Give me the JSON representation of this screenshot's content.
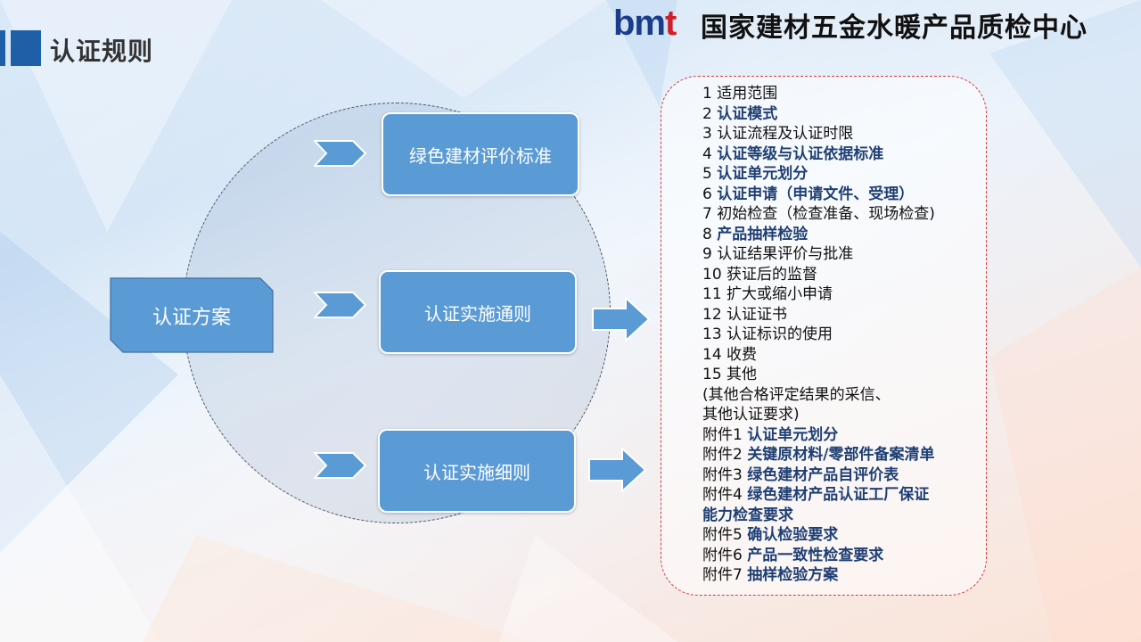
{
  "header": {
    "section_title": "认证规则",
    "logo": {
      "text_main": "bm",
      "text_accent": "t"
    },
    "org_name": "国家建材五金水暖产品质检中心"
  },
  "diagram": {
    "scheme_label": "认证方案",
    "boxes": [
      {
        "label": "绿色建材评价标准"
      },
      {
        "label": "认证实施通则"
      },
      {
        "label": "认证实施细则"
      }
    ]
  },
  "contents": {
    "items": [
      {
        "num": "1 ",
        "text": "适用范围",
        "highlight": false
      },
      {
        "num": "2 ",
        "text": "认证模式",
        "highlight": true
      },
      {
        "num": "3 ",
        "text": "认证流程及认证时限",
        "highlight": false
      },
      {
        "num": "4 ",
        "text": "认证等级与认证依据标准",
        "highlight": true
      },
      {
        "num": "5 ",
        "text": "认证单元划分",
        "highlight": true
      },
      {
        "num": "6 ",
        "text": "认证申请（申请文件、受理）",
        "highlight": true
      },
      {
        "num": "7 ",
        "text": "初始检查（检查准备、现场检查)",
        "highlight": false
      },
      {
        "num": "8 ",
        "text": "产品抽样检验",
        "highlight": true
      },
      {
        "num": "9 ",
        "text": "认证结果评价与批准",
        "highlight": false
      },
      {
        "num": "10 ",
        "text": "获证后的监督",
        "highlight": false
      },
      {
        "num": "11 ",
        "text": "扩大或缩小申请",
        "highlight": false
      },
      {
        "num": "12 ",
        "text": "认证证书",
        "highlight": false
      },
      {
        "num": "13 ",
        "text": "认证标识的使用",
        "highlight": false
      },
      {
        "num": "14 ",
        "text": "收费",
        "highlight": false
      },
      {
        "num": "15 ",
        "text": "其他",
        "highlight": false
      },
      {
        "num": "",
        "text": "  (其他合格评定结果的采信、",
        "highlight": false
      },
      {
        "num": "",
        "text": "其他认证要求)",
        "highlight": false
      },
      {
        "num": "附件1 ",
        "text": "认证单元划分",
        "highlight": true
      },
      {
        "num": "附件2 ",
        "text": "关键原材料/零部件备案清单",
        "highlight": true
      },
      {
        "num": "附件3 ",
        "text": "绿色建材产品自评价表",
        "highlight": true
      },
      {
        "num": "附件4 ",
        "text": "绿色建材产品认证工厂保证",
        "highlight": true
      },
      {
        "num": "",
        "text": "能力检查要求",
        "highlight": true
      },
      {
        "num": "附件5 ",
        "text": "确认检验要求",
        "highlight": true
      },
      {
        "num": "附件6 ",
        "text": "产品一致性检查要求",
        "highlight": true
      },
      {
        "num": "附件7 ",
        "text": "抽样检验方案",
        "highlight": true
      }
    ]
  },
  "colors": {
    "box_fill": "#5b9bd5",
    "accent_blue": "#1f5fa8",
    "highlight_text": "#1f3f74",
    "panel_border": "#d23a3a"
  }
}
